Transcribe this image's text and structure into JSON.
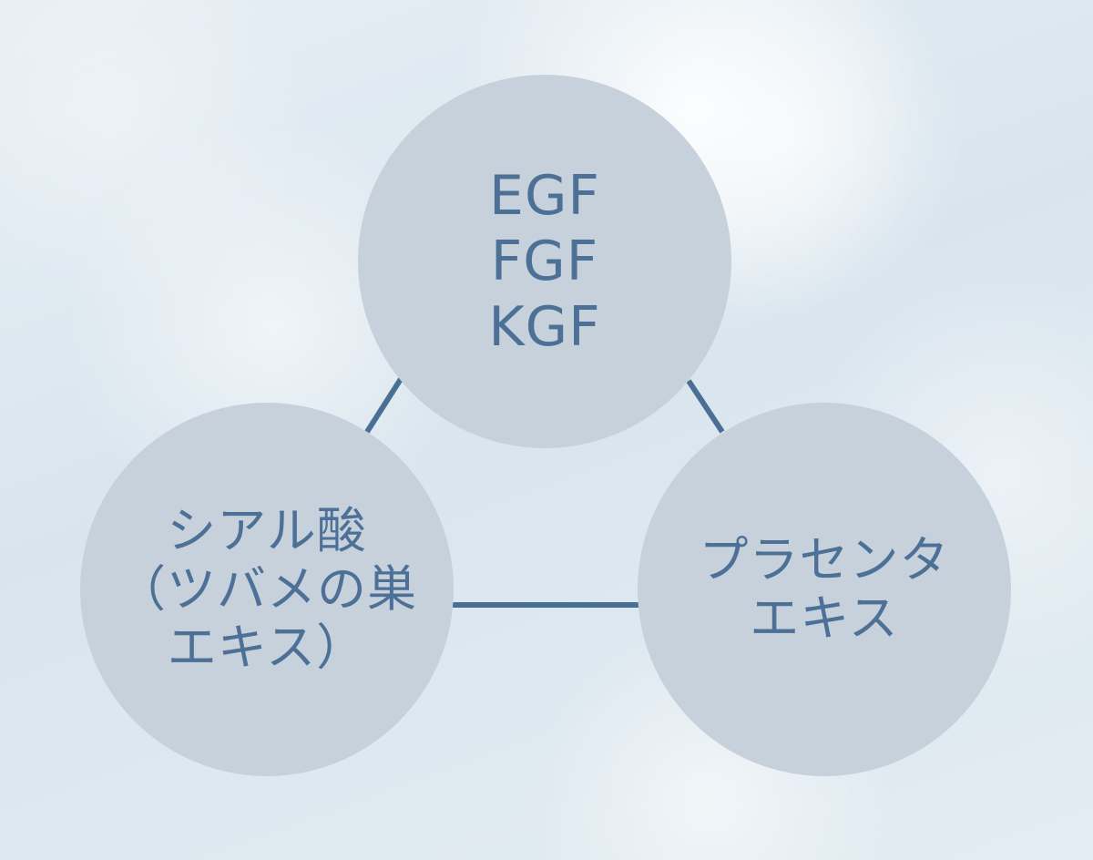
{
  "colors": {
    "circle_fill": "#c6d1dc",
    "text": "#4d7196",
    "connector": "#4a6f94"
  },
  "diagram": {
    "nodes": [
      {
        "id": "growth-factors",
        "lines": [
          "EGF",
          "FGF",
          "KGF"
        ]
      },
      {
        "id": "hyaluronic-acid",
        "lines": [
          "シアル酸",
          "（ツバメの巣",
          "エキス）"
        ]
      },
      {
        "id": "placenta",
        "lines": [
          "プラセンタ",
          "エキス"
        ]
      }
    ]
  }
}
